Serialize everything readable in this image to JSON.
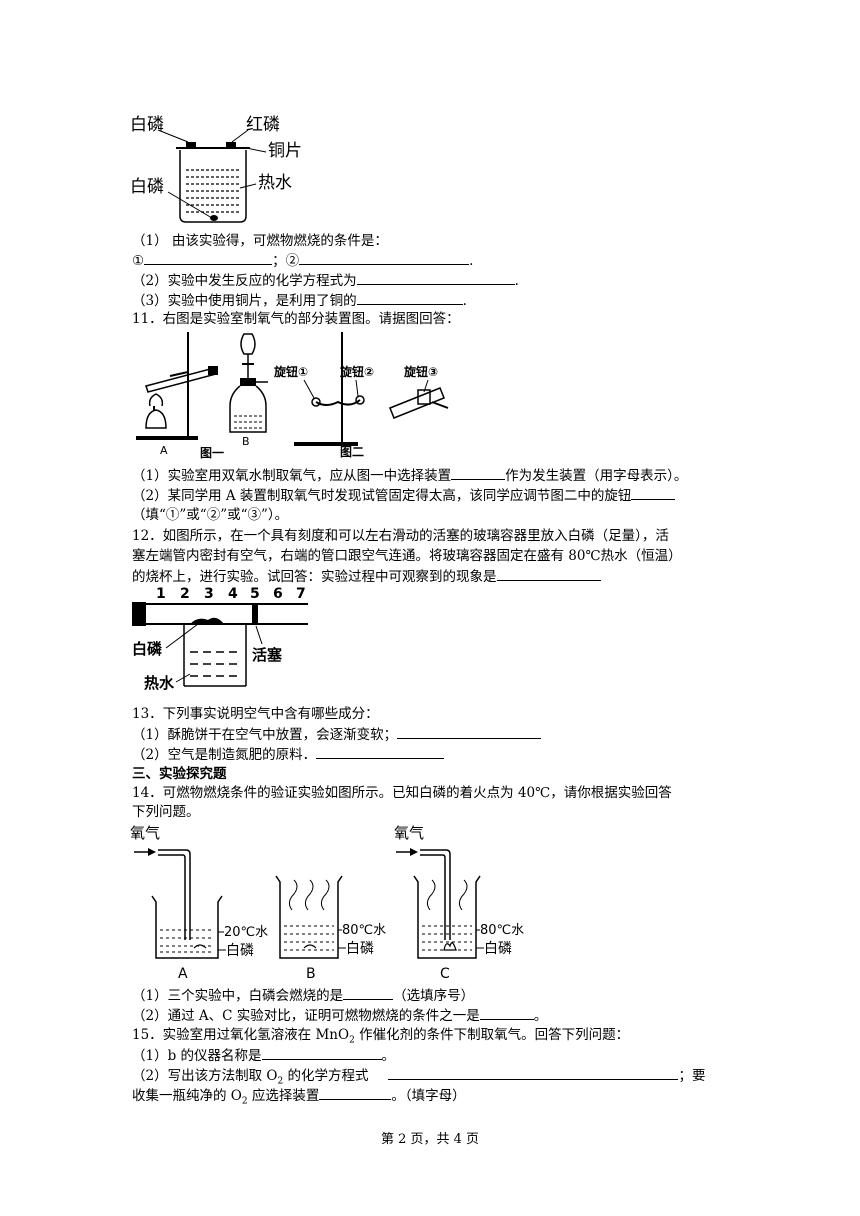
{
  "fig10": {
    "label_white_p_top": "白磷",
    "label_red_p": "红磷",
    "label_copper": "铜片",
    "label_white_p_bottom": "白磷",
    "label_hot_water": "热水"
  },
  "q10": {
    "line1": "（1）  由该实验得，可燃物燃烧的条件是：",
    "mark1": "①",
    "sep": "；②",
    "end1": ".",
    "line3": "（2）实验中发生反应的化学方程式为",
    "end3": ".",
    "line4": "（3）实验中使用铜片，是利用了铜的",
    "end4": "."
  },
  "q11": {
    "stem": "11．右图是实验室制氧气的部分装置图。请据图回答：",
    "fig_A": "A",
    "fig_B": "B",
    "fig1": "图一",
    "fig2": "图二",
    "knob1": "旋钮①",
    "knob2": "旋钮②",
    "knob3": "旋钮③",
    "p1_a": "（1）实验室用双氧水制取氧气，应从图一中选择装置",
    "p1_b": "作为发生装置（用字母表示）。",
    "p2_a": "（2）某同学用 A 装置制取氧气时发现试管固定得太高，该同学应调节图二中的旋钮",
    "p2_b": "（填“①”或“②”或“③”）。"
  },
  "q12": {
    "l1": "12．如图所示，在一个具有刻度和可以左右滑动的活塞的玻璃容器里放入白磷（足量），活",
    "l2": "塞左端管内密封有空气，右端的管口跟空气连通。将玻璃容器固定在盛有 80℃热水（恒温）",
    "l3": "的烧杯上，进行实验。试回答：实验过程中可观察到的现象是",
    "scale": [
      "1",
      "2",
      "3",
      "4",
      "5",
      "6",
      "7"
    ],
    "label_white_p": "白磷",
    "label_piston": "活塞",
    "label_hot_water": "热水"
  },
  "q13": {
    "stem": "13．下列事实说明空气中含有哪些成分：",
    "p1": "（1）酥脆饼干在空气中放置，会逐渐变软；",
    "p2": "（2）空气是制造氮肥的原料．"
  },
  "section3": "三、实验探究题",
  "q14": {
    "l1": "14．可燃物燃烧条件的验证实验如图所示。已知白磷的着火点为 40℃，请你根据实验回答",
    "l2": "下列问题。",
    "oxygen": "氧气",
    "water20": "20℃水",
    "water80": "80℃水",
    "white_p": "白磷",
    "labels": [
      "A",
      "B",
      "C"
    ],
    "p1_a": "（1）三个实验中，白磷会燃烧的是",
    "p1_b": "（选填序号）",
    "p2_a": "（2）通过 A、C 实验对比，证明可燃物燃烧的条件之一是",
    "p2_b": "。"
  },
  "q15": {
    "l1_a": "15．实验室用过氧化氢溶液在 MnO",
    "l1_sub": "2",
    "l1_b": " 作催化剂的条件下制取氧气。回答下列问题：",
    "p1_a": "（1）b 的仪器名称是",
    "p1_b": "。",
    "p2_a": "（2）写出该方法制取 O",
    "p2_sub": "2",
    "p2_b": " 的化学方程式",
    "p2_c": "；要",
    "p3_a": "收集一瓶纯净的 O",
    "p3_sub": "2",
    "p3_b": " 应选择装置",
    "p3_c": "。（填字母）"
  },
  "footer": "第 2 页，共 4 页"
}
